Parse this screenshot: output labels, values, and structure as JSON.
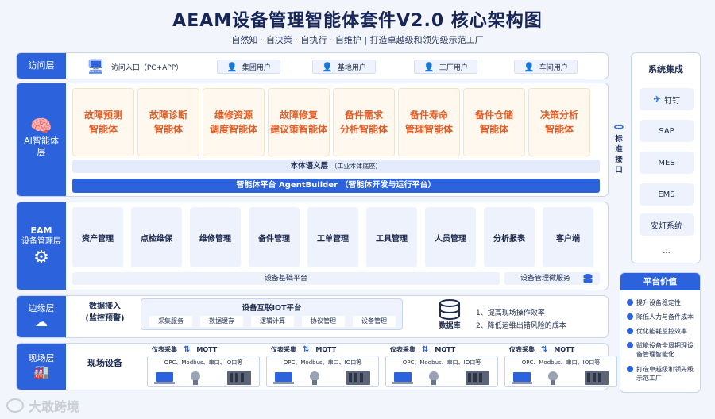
{
  "header": {
    "title": "AEAM设备管理智能体套件V2.0 核心架构图",
    "subtitle": "自然知 · 自决策 · 自执行 · 自维护  |  打造卓越级和领先级示范工厂"
  },
  "access_layer": {
    "label": "访问层",
    "entry": "访问入口（PC+APP）",
    "users": [
      "集团用户",
      "基地用户",
      "工厂用户",
      "车间用户"
    ]
  },
  "ai_layer": {
    "label": "AI智能体层",
    "agents": [
      [
        "故障预测",
        "智能体"
      ],
      [
        "故障诊断",
        "智能体"
      ],
      [
        "维修资源",
        "调度智能体"
      ],
      [
        "故障修复",
        "建议策智能体"
      ],
      [
        "备件需求",
        "分析智能体"
      ],
      [
        "备件寿命",
        "管理智能体"
      ],
      [
        "备件仓储",
        "智能体"
      ],
      [
        "决策分析",
        "智能体"
      ]
    ],
    "ontology": "本体语义层",
    "ontology_note": "（工业本体底座）",
    "platform": "智能体平台 AgentBuilder （智能体开发与运行平台）"
  },
  "eam_layer": {
    "label_line1": "EAM",
    "label_line2": "设备管理层",
    "modules": [
      "资产管理",
      "点检维保",
      "维修管理",
      "备件管理",
      "工单管理",
      "工具管理",
      "人员管理",
      "分析报表",
      "客户端"
    ],
    "base": "设备基础平台",
    "micro": "设备管理微服务"
  },
  "edge_layer": {
    "label": "边缘层",
    "acq_line1": "数据接入",
    "acq_line2": "(监控预警)",
    "iot_title": "设备互联IOT平台",
    "iot_items": [
      "采集服务",
      "数据缓存",
      "逻辑计算",
      "协议管理",
      "设备管理"
    ],
    "db_label": "数据库",
    "notes": [
      "1、提高现场操作效率",
      "2、降低运维出错风险的成本"
    ]
  },
  "field_layer": {
    "label": "现场层",
    "device_label": "现场设备",
    "groups": [
      {
        "acq": "仪表采集",
        "mqtt": "MQTT",
        "proto": "OPC、Modbus、串口、IO口等"
      },
      {
        "acq": "仪表采集",
        "mqtt": "MQTT",
        "proto": "OPC、Modbus、串口、IO口等"
      },
      {
        "acq": "仪表采集",
        "mqtt": "MQTT",
        "proto": "OPC、Modbus、串口、IO口等"
      },
      {
        "acq": "仪表采集",
        "mqtt": "MQTT",
        "proto": "OPC、Modbus、串口、IO口等"
      }
    ]
  },
  "interface": {
    "line1": "标",
    "line2": "准",
    "line3": "接",
    "line4": "口"
  },
  "system_integration": {
    "title": "系统集成",
    "items": [
      "钉钉",
      "SAP",
      "MES",
      "EMS",
      "安灯系统",
      "..."
    ]
  },
  "platform_value": {
    "title": "平台价值",
    "items": [
      "提升设备稳定性",
      "降低人力与备件成本",
      "优化能耗监控效率",
      "赋能设备全周期理设备管理智能化",
      "打造卓越级和领先级示范工厂"
    ]
  },
  "watermark": "大敢跨境"
}
